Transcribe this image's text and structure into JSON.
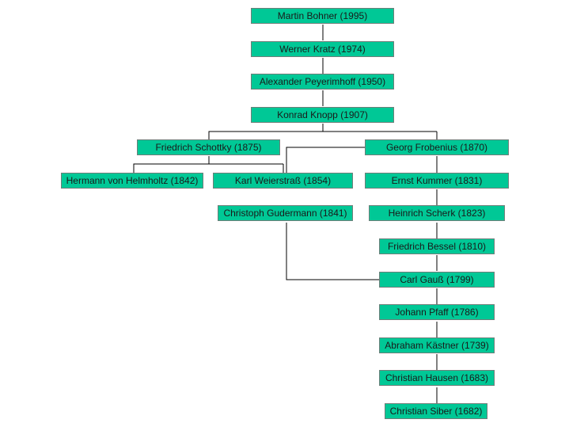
{
  "colors": {
    "node_fill": "#00c896",
    "node_border": "#6f7f7a",
    "line": "#000000",
    "background": "#ffffff"
  },
  "nodes": {
    "bohner": "Martin Bohner (1995)",
    "kratz": "Werner Kratz (1974)",
    "peyerimhoff": "Alexander Peyerimhoff (1950)",
    "knopp": "Konrad Knopp (1907)",
    "schottky": "Friedrich Schottky (1875)",
    "frobenius": "Georg Frobenius (1870)",
    "helmholtz": "Hermann von Helmholtz (1842)",
    "weierstrass": "Karl Weierstraß (1854)",
    "kummer": "Ernst Kummer (1831)",
    "gudermann": "Christoph Gudermann (1841)",
    "scherk": "Heinrich Scherk (1823)",
    "bessel": "Friedrich Bessel (1810)",
    "gauss": "Carl Gauß (1799)",
    "pfaff": "Johann Pfaff (1786)",
    "kaestner": "Abraham Kästner (1739)",
    "hausen": "Christian Hausen (1683)",
    "siber": "Christian Siber (1682)"
  }
}
